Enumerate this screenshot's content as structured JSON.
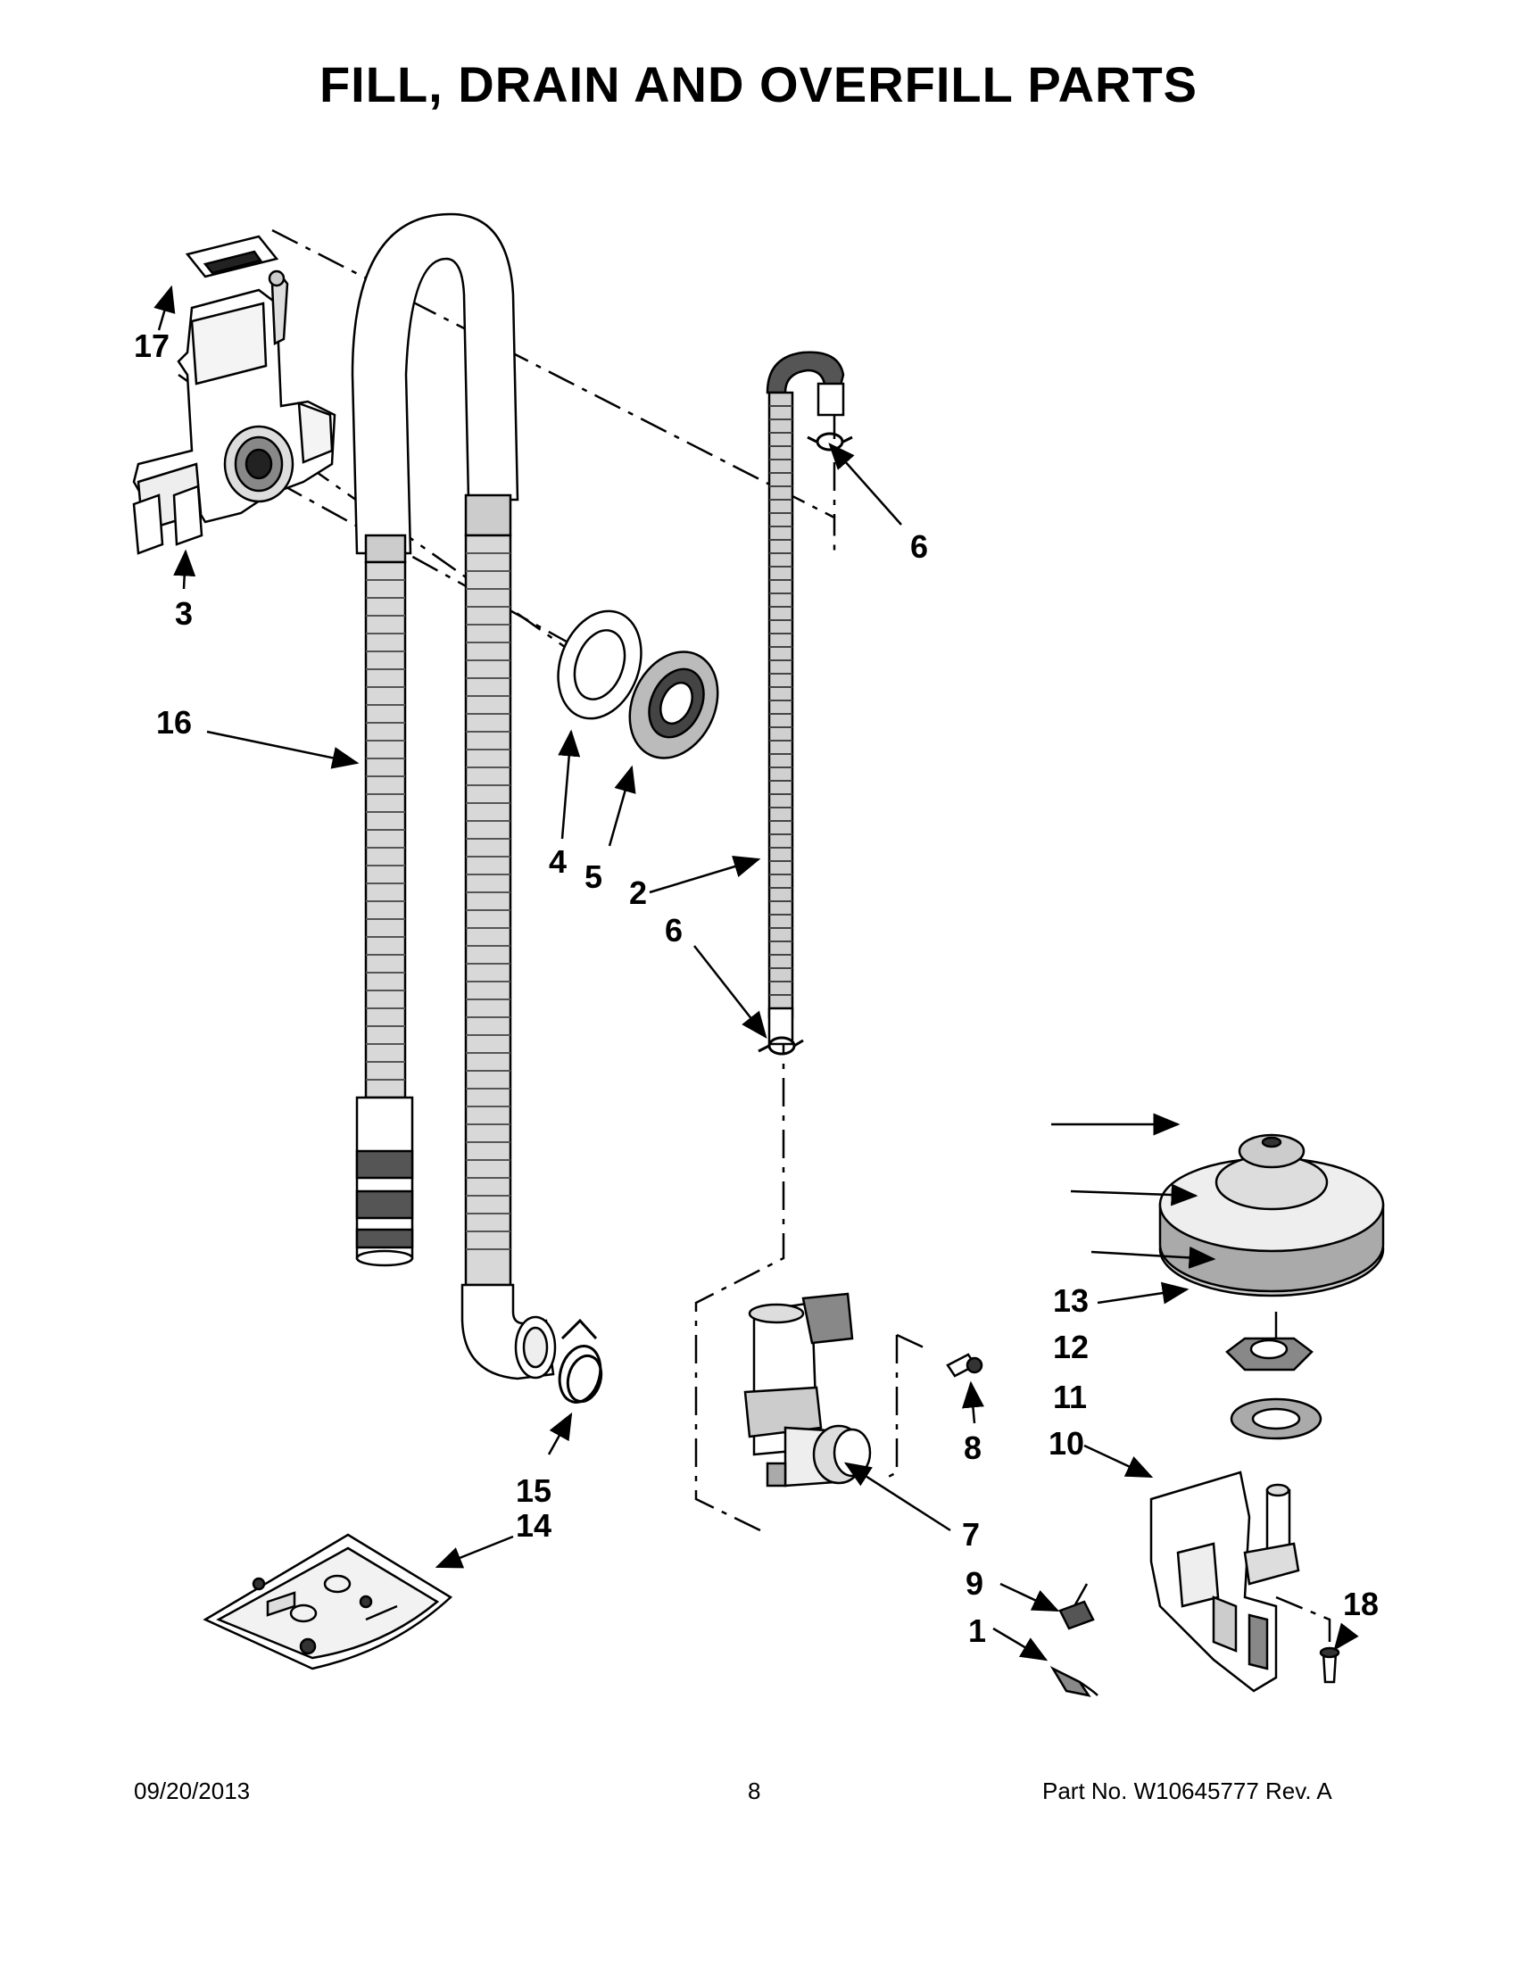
{
  "title": "FILL, DRAIN AND OVERFILL PARTS",
  "callouts": {
    "c1": "1",
    "c2": "2",
    "c3": "3",
    "c4": "4",
    "c5": "5",
    "c6a": "6",
    "c6b": "6",
    "c7": "7",
    "c8": "8",
    "c9": "9",
    "c10": "10",
    "c11": "11",
    "c12": "12",
    "c13": "13",
    "c14": "14",
    "c15": "15",
    "c16": "16",
    "c17": "17",
    "c18": "18"
  },
  "footer": {
    "date": "09/20/2013",
    "page": "8",
    "part": "Part No.  W10645777  Rev.  A"
  }
}
